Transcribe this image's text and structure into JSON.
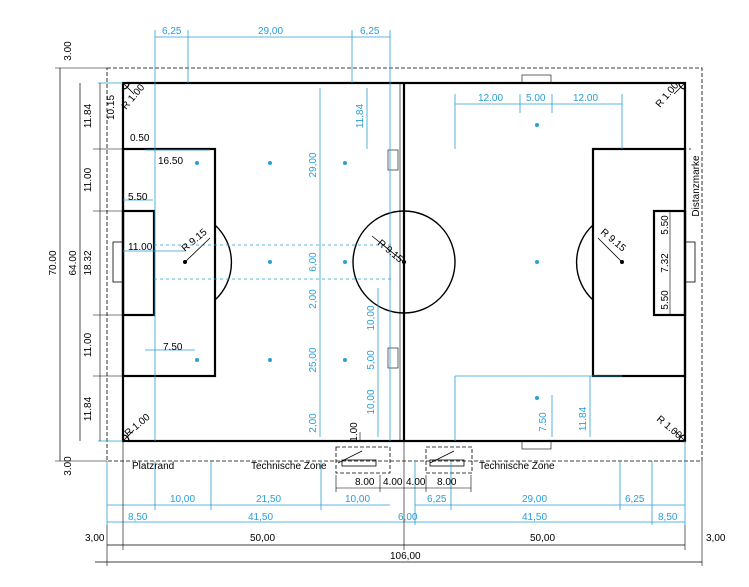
{
  "labels": {
    "platzrand": "Platzrand",
    "technische_zone_left": "Technische Zone",
    "technische_zone_right": "Technische Zone",
    "distanzmarke": "Distanzmarke"
  },
  "radii": {
    "center": "R 9.15",
    "left_penalty": "R 9.15",
    "right_penalty": "R 9.15",
    "corner_tl": "R 1.00",
    "corner_bl": "R 1.00",
    "corner_tr": "R 1.00",
    "corner_br": "R 1.00"
  },
  "dims": {
    "top_625_a": "6,25",
    "top_2900": "29,00",
    "top_625_b": "6,25",
    "r_1200_a": "12.00",
    "r_500": "5.00",
    "r_1200_b": "12.00",
    "v_1184_in": "11.84",
    "v_2900": "29,00",
    "v_600": "6,00",
    "v_200_a": "2,00",
    "v_2500": "25,00",
    "v_200_b": "2,00",
    "v_1000_a": "10,00",
    "v_500_mid": "5,00",
    "v_1000_b": "10,00",
    "l_1650": "16.50",
    "l_550": "5.50",
    "l_1100": "11.00",
    "l_750": "7.50",
    "l_1015": "10.15",
    "l_050": "0.50",
    "rl_1184": "11.84",
    "rl_1100_a": "11.00",
    "rl_1832": "18.32",
    "rl_1100_b": "11.00",
    "rl_1184_b": "11.84",
    "rl_6400": "64.00",
    "rl_7000": "70.00",
    "rl_300_top": "3.00",
    "rl_300_bot": "3.00",
    "r_550_a": "5.50",
    "r_732": "7.32",
    "r_550_b": "5.50",
    "r_750": "7.50",
    "r_1184_v": "11.84",
    "tz_800_a": "8.00",
    "tz_400_a": "4.00",
    "tz_400_b": "4.00",
    "tz_800_b": "8.00",
    "tz_100": "1.00",
    "b_1000_a": "10,00",
    "b_2150": "21,50",
    "b_1000_b": "10,00",
    "b_625_a": "6,25",
    "b_2900": "29,00",
    "b_625_b": "6,25",
    "b_850_a": "8,50",
    "b_4150_a": "41,50",
    "b_600": "6,00",
    "b_4150_b": "41,50",
    "b_850_b": "8,50",
    "b_300_a": "3,00",
    "b_5000_a": "50,00",
    "b_5000_b": "50,00",
    "b_300_b": "3,00",
    "b_10600": "106,00"
  }
}
